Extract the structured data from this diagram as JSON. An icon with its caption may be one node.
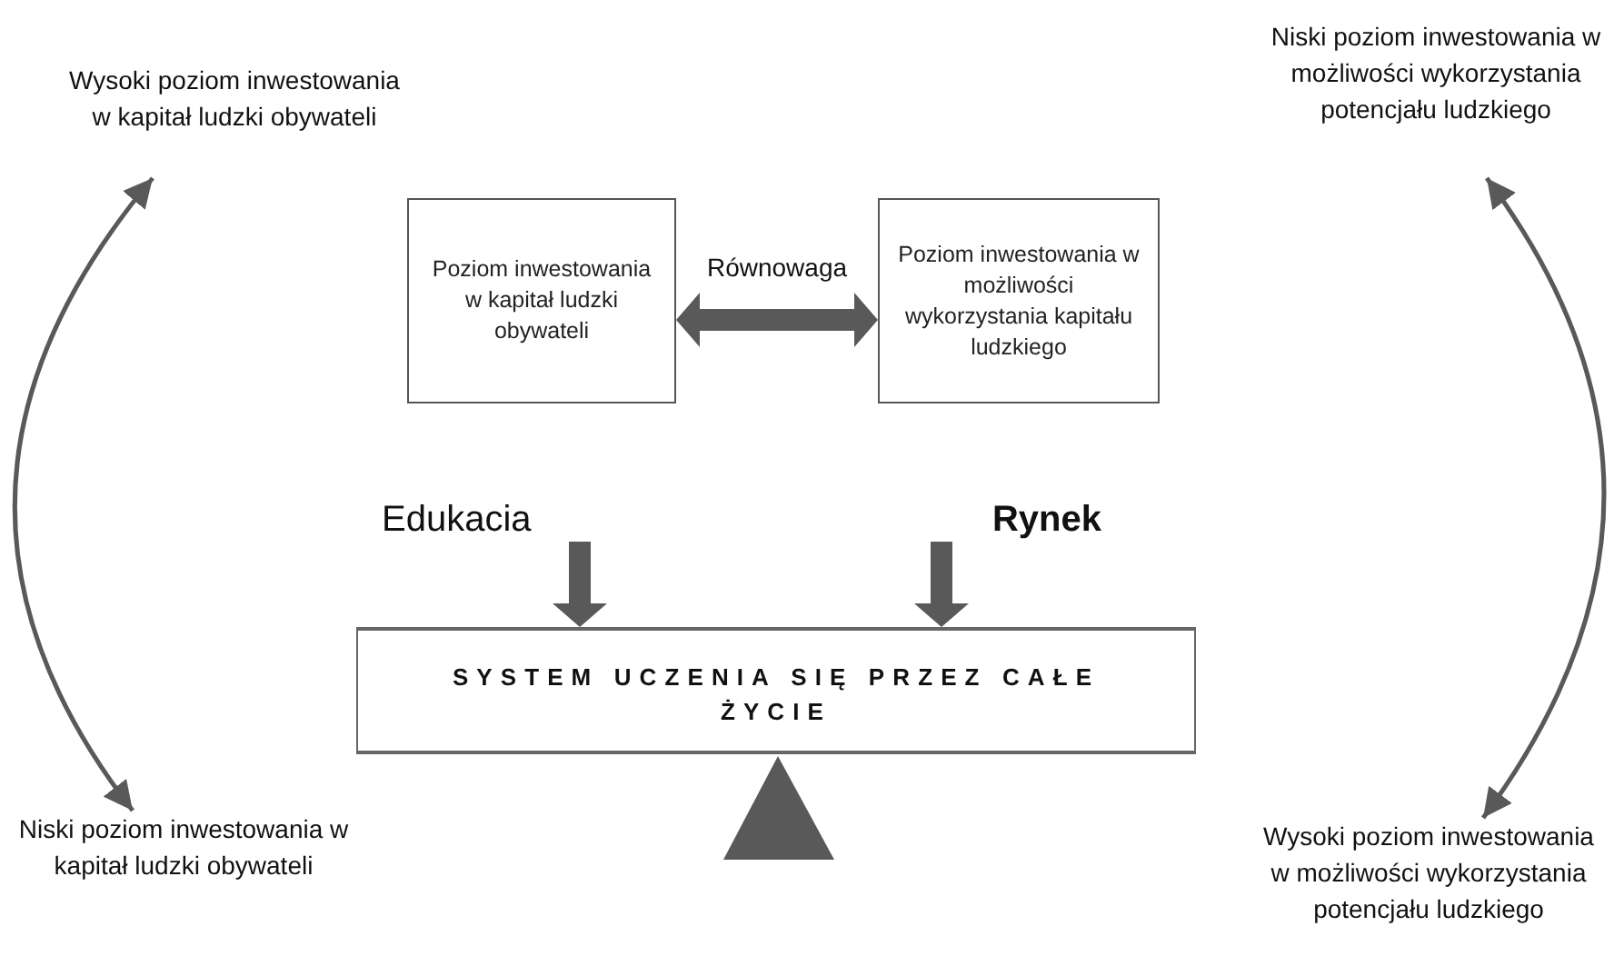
{
  "diagram": {
    "nodes": [
      {
        "text": [
          "Wysoki poziom inwestowania w kapitał ludzki obywateli"
        ]
      },
      {
        "text": [
          "Niski poziom inwestowania w kapitał ludzki obywateli"
        ]
      },
      {
        "text": [
          "Niski poziom inwestowania w możliwości wykorzystania potencjału ludzkiego"
        ]
      },
      {
        "text": [
          "Wysoki poziom inwestowania w możliwości wykorzystania potencjału ludzkiego"
        ]
      },
      {
        "text": [
          "Poziom inwestowania w kapitał ludzki obywateli"
        ]
      },
      {
        "text": [
          "Poziom inwestowania w możliwości wykorzystania kapitału ludzkiego"
        ]
      },
      {
        "text": [
          "Edukacia"
        ]
      },
      {
        "text": [
          "Rynek"
        ]
      },
      {
        "text": [
          "SYSTEM UCZENIA SIĘ PRZEZ CAŁE ŻYCIE"
        ]
      }
    ],
    "edges": [
      {
        "from": 0,
        "to": 1,
        "arrow": "both"
      },
      {
        "from": 2,
        "to": 3,
        "arrow": "both"
      },
      {
        "from": 4,
        "to": 5,
        "arrow": "both",
        "label": "Równowaga",
        "style": "thick"
      },
      {
        "from": 6,
        "to": 8,
        "arrow": "to",
        "style": "thick"
      },
      {
        "from": 7,
        "to": 8,
        "arrow": "to",
        "style": "thick"
      }
    ]
  }
}
